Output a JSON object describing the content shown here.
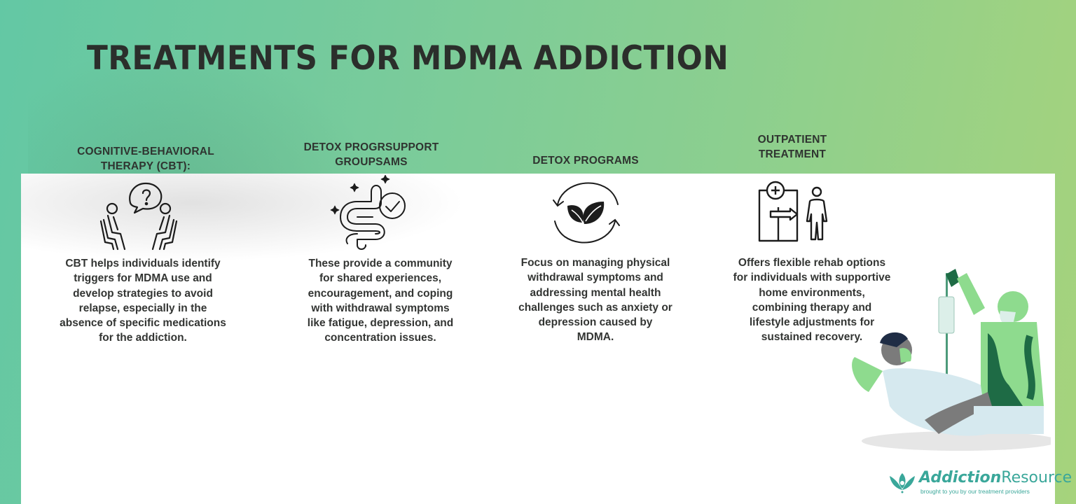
{
  "title": "TREATMENTS FOR MDMA ADDICTION",
  "columns": [
    {
      "heading_lines": [
        "COGNITIVE-BEHAVIORAL",
        "THERAPY (CBT):"
      ],
      "icon": "therapy-session-icon",
      "description_lines": [
        "CBT helps individuals identify",
        "triggers for MDMA use and",
        "develop strategies to avoid",
        "relapse, especially in the",
        "absence of specific medications",
        "for the addiction."
      ]
    },
    {
      "heading_lines": [
        "DETOX PROGRSUPPORT",
        "GROUPSAMS"
      ],
      "icon": "gut-check-icon",
      "description_lines": [
        "These provide a community",
        "for shared experiences,",
        "encouragement, and coping",
        "with withdrawal symptoms",
        "like fatigue, depression, and",
        "concentration issues."
      ]
    },
    {
      "heading_lines": [
        "DETOX PROGRAMS"
      ],
      "icon": "leaf-cycle-icon",
      "description_lines": [
        "Focus on managing physical",
        "withdrawal symptoms and",
        "addressing mental health",
        "challenges such as anxiety or",
        "depression caused by",
        "MDMA."
      ]
    },
    {
      "heading_lines": [
        "OUTPATIENT",
        "TREATMENT"
      ],
      "icon": "outpatient-exit-icon",
      "description_lines": [
        "Offers flexible rehab options",
        "for individuals with supportive",
        "home environments,",
        "combining therapy and",
        "lifestyle adjustments for",
        "sustained recovery."
      ]
    }
  ],
  "logo": {
    "name_bold": "Addiction",
    "name_regular": "Resource",
    "tagline": "brought to you by our treatment providers"
  },
  "colors": {
    "bg_left": "#63c8a4",
    "bg_right": "#a6d37c",
    "panel": "#ffffff",
    "text": "#2f3430",
    "brand": "#3aa79a",
    "illus_dark_green": "#1e6b45",
    "illus_light_green": "#8edb8e"
  }
}
